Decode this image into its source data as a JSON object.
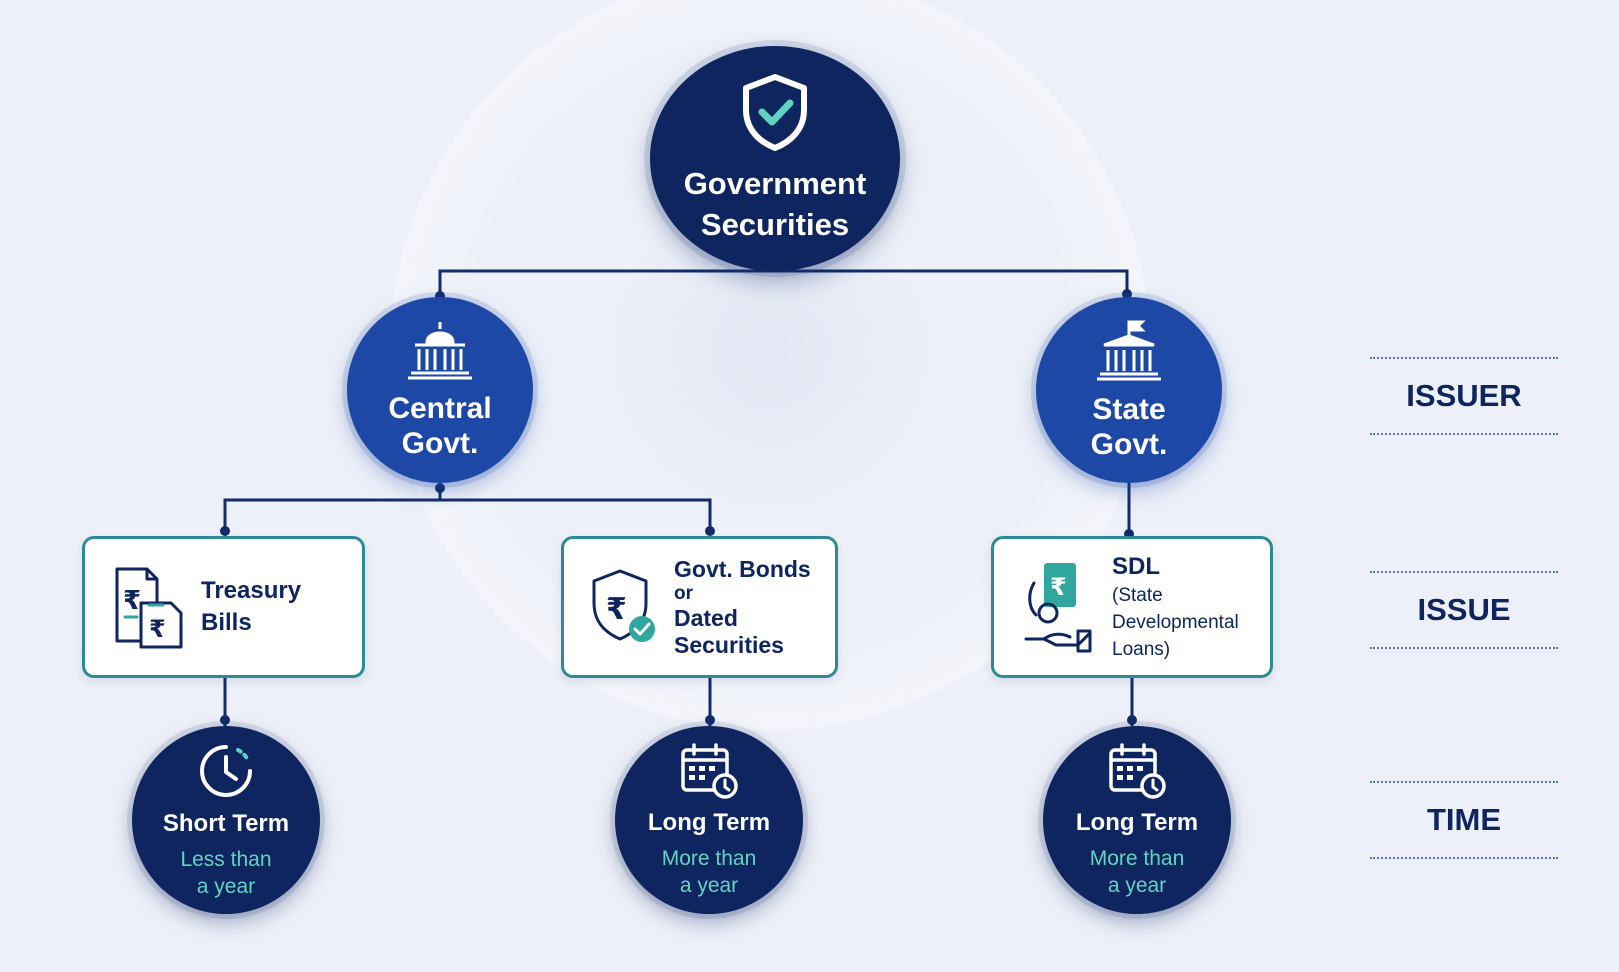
{
  "root": {
    "icon": "shield-check-icon",
    "label": "Government Securities"
  },
  "issuers": {
    "central": {
      "icon": "capitol-building-icon",
      "line1": "Central",
      "line2": "Govt."
    },
    "state": {
      "icon": "flag-building-icon",
      "line1": "State",
      "line2": "Govt."
    }
  },
  "issues": {
    "treasury": {
      "icon": "rupee-documents-icon",
      "line1": "Treasury",
      "line2": "Bills"
    },
    "bonds": {
      "icon": "rupee-shield-icon",
      "line1": "Govt. Bonds",
      "line2": "or",
      "line3": "Dated",
      "line4": "Securities"
    },
    "sdl": {
      "icon": "rupee-hand-icon",
      "line1": "SDL",
      "line2": "(State",
      "line3": "Developmental",
      "line4": "Loans)"
    }
  },
  "times": {
    "short": {
      "icon": "clock-icon",
      "term": "Short Term",
      "sub1": "Less than",
      "sub2": "a year"
    },
    "long1": {
      "icon": "calendar-clock-icon",
      "term": "Long Term",
      "sub1": "More than",
      "sub2": "a year"
    },
    "long2": {
      "icon": "calendar-clock-icon",
      "term": "Long Term",
      "sub1": "More than",
      "sub2": "a year"
    }
  },
  "levels": {
    "issuer": "ISSUER",
    "issue": "ISSUE",
    "time": "TIME"
  },
  "colors": {
    "background": "#edf0f8",
    "navy": "#0e2560",
    "royal_blue": "#1d48a6",
    "teal_border": "#2c8b95",
    "teal_text": "#62d3c2"
  }
}
